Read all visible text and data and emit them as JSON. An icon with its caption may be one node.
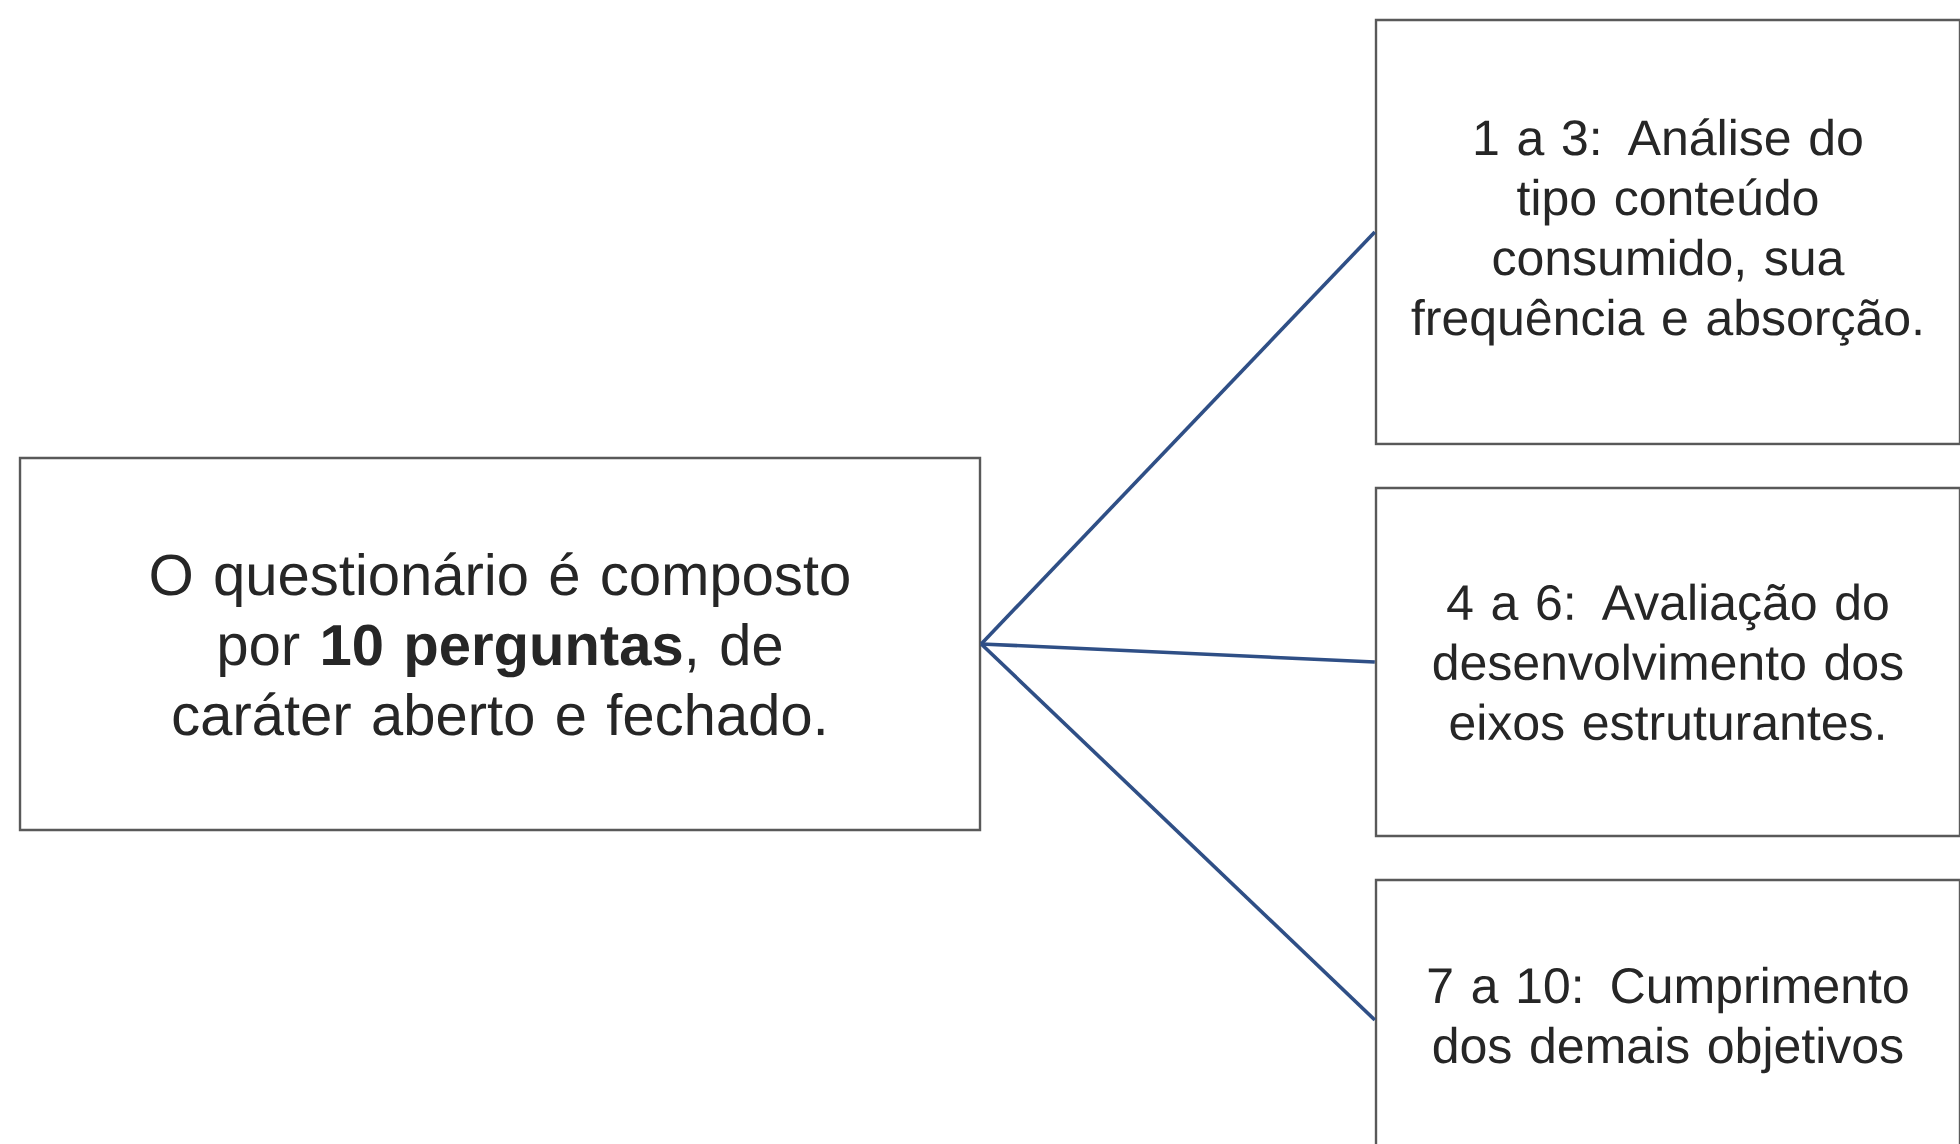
{
  "diagram": {
    "nodes": [
      {
        "text": [
          "O questionário é composto por **10 perguntas**, de caráter aberto e fechado."
        ]
      },
      {
        "text": [
          "1 a 3: Análise do tipo conteúdo consumido, sua frequência e absorção."
        ]
      },
      {
        "text": [
          "4 a 6: Avaliação do desenvolvimento dos eixos estruturantes."
        ]
      },
      {
        "text": [
          "7 a 10: Cumprimento dos demais objetivos"
        ]
      }
    ],
    "edges": [
      {
        "from": 0,
        "to": 1,
        "arrow": "none"
      },
      {
        "from": 0,
        "to": 2,
        "arrow": "none"
      },
      {
        "from": 0,
        "to": 3,
        "arrow": "none"
      }
    ]
  }
}
